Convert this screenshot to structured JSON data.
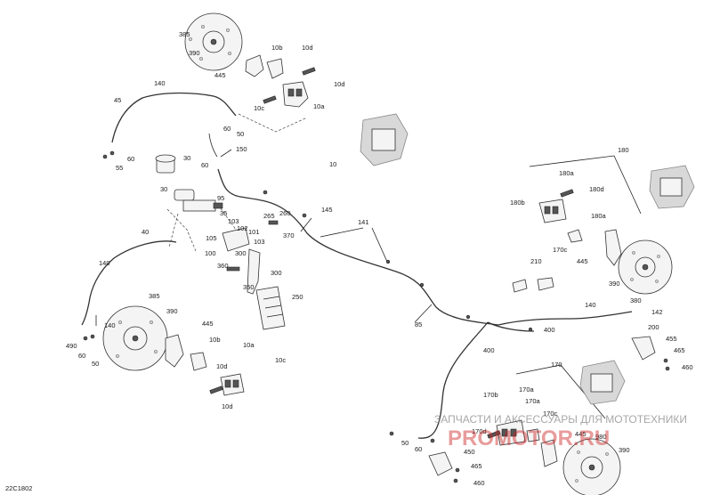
{
  "diagram_code": "22C1802",
  "labels": {
    "l385a": "385",
    "l390a": "390",
    "l445a": "445",
    "l10b_a": "10b",
    "l10d_a": "10d",
    "l10d_b": "10d",
    "l10c_a": "10c",
    "l10a_a": "10a",
    "l140a": "140",
    "l45": "45",
    "l60a": "60",
    "l55": "55",
    "l60b": "60",
    "l50a": "50",
    "l10": "10",
    "l30a": "30",
    "l30b": "30",
    "l150": "150",
    "l60c": "60",
    "l95": "95",
    "l35": "35",
    "l103a": "103",
    "l102": "102",
    "l101": "101",
    "l105": "105",
    "l103b": "103",
    "l100": "100",
    "l265": "265",
    "l260": "260",
    "l145": "145",
    "l141": "141",
    "l370": "370",
    "l300a": "300",
    "l300b": "300",
    "l360": "360",
    "l350": "350",
    "l250": "250",
    "l40": "40",
    "l140b": "140",
    "l140c": "140",
    "l385b": "385",
    "l390b": "390",
    "l445b": "445",
    "l10b_b": "10b",
    "l10a_b": "10a",
    "l10d_c": "10d",
    "l10c_b": "10c",
    "l10d_d": "10d",
    "l490": "490",
    "l60d": "60",
    "l50b": "50",
    "l85": "85",
    "l400a": "400",
    "l400b": "400",
    "l180": "180",
    "l180a_a": "180a",
    "l180b_a": "180b",
    "l180d_a": "180d",
    "l180a_b": "180a",
    "l170c_a": "170c",
    "l445c": "445",
    "l390c": "390",
    "l380": "380",
    "l210": "210",
    "l140d": "140",
    "l142": "142",
    "l200": "200",
    "l455a": "455",
    "l465a": "465",
    "l460a": "460",
    "l170": "170",
    "l170b": "170b",
    "l170a_a": "170a",
    "l170c_b": "170c",
    "l170a_b": "170a",
    "l170d": "170d",
    "l445d": "445",
    "l980": "980",
    "l390d": "390",
    "l50c": "50",
    "l60e": "60",
    "l450": "450",
    "l465b": "465",
    "l460b": "460"
  },
  "watermark": {
    "line1": "ЗАПЧАСТИ И АКСЕССУАРЫ ДЛЯ МОТОТЕХНИКИ",
    "line2": "PROMOTOR.RU",
    "color": "#cc2222"
  }
}
